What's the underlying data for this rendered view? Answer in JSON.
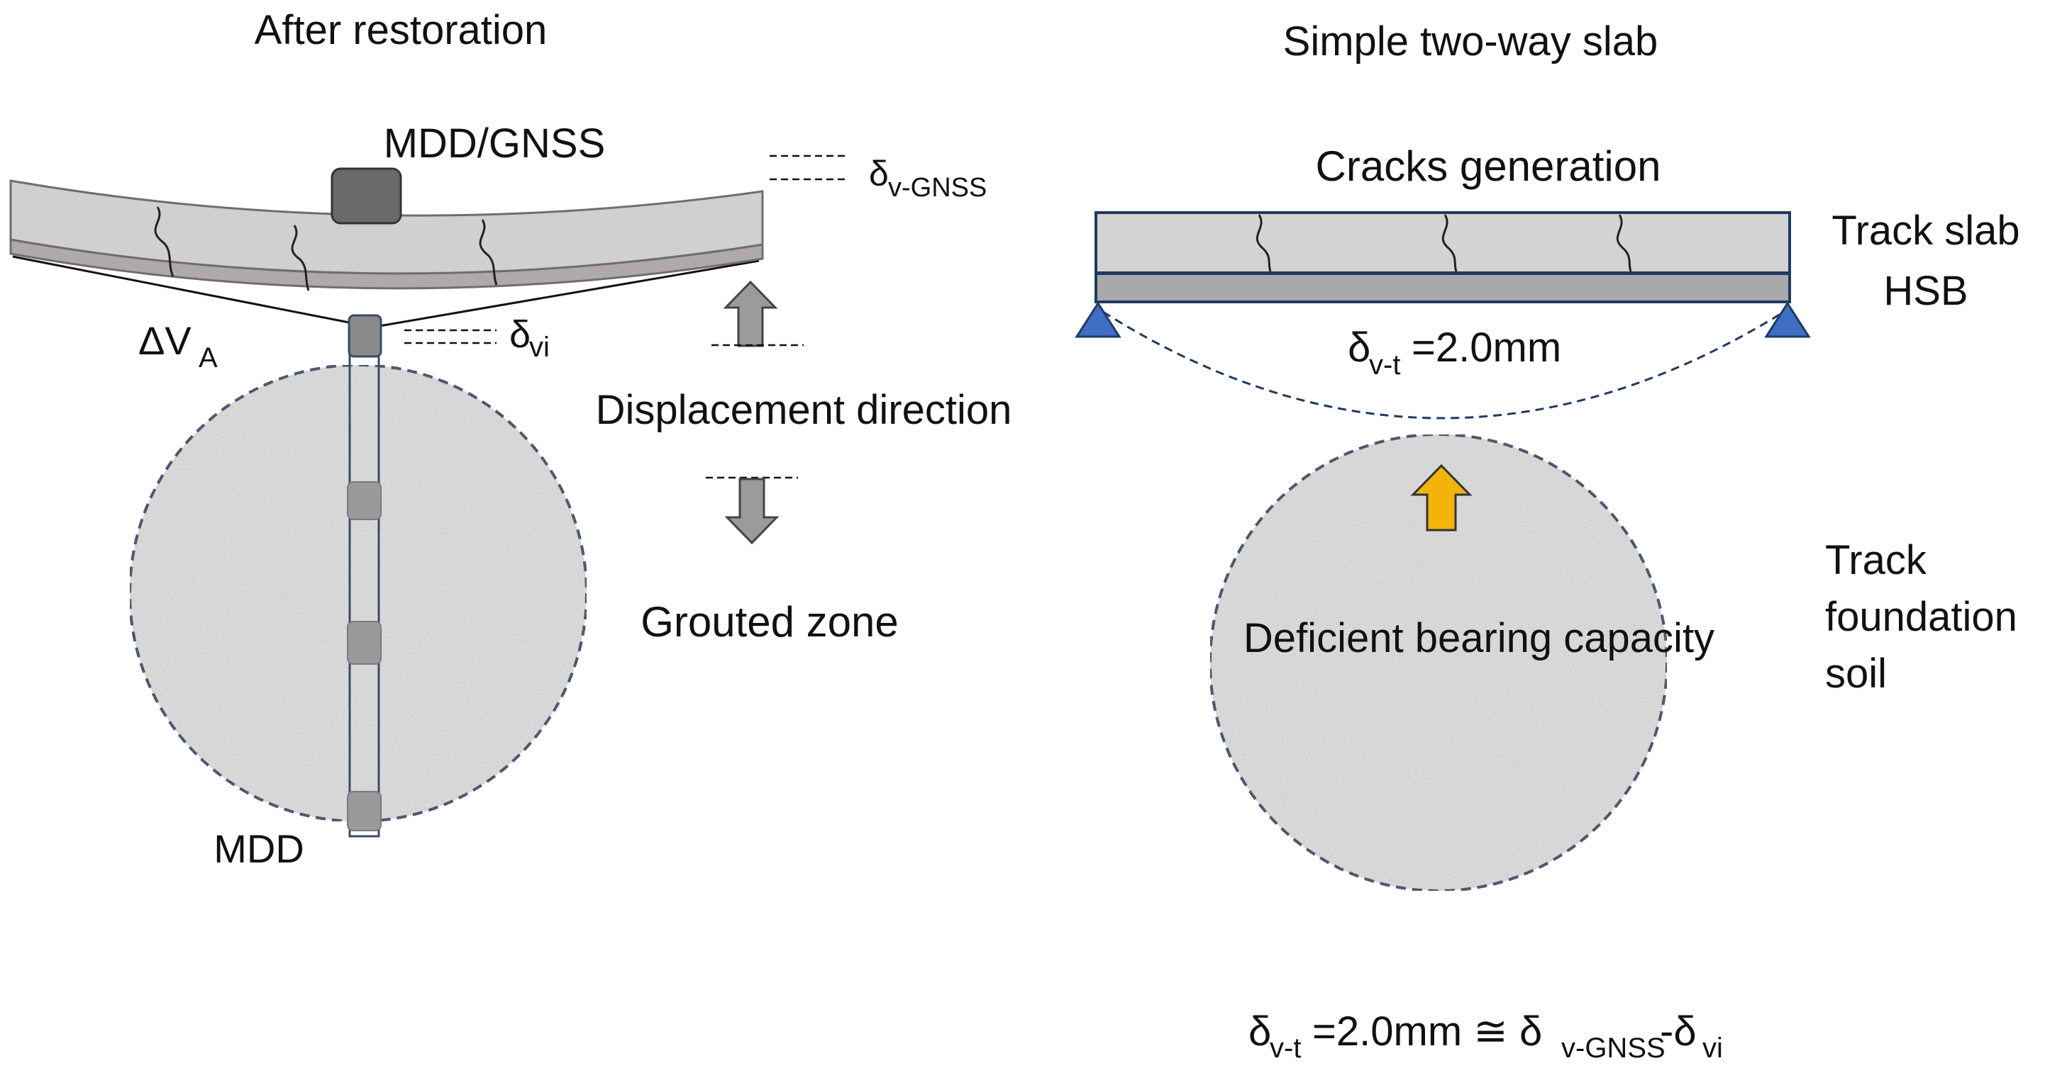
{
  "left_panel": {
    "title": "After restoration",
    "sensor_label": "MDD/GNSS",
    "gnss_delta_symbol": "δ",
    "gnss_delta_subscript": "v-GNSS",
    "dv_label": "ΔV",
    "dv_subscript": "A",
    "vi_delta_symbol": "δ",
    "vi_delta_subscript": "vi",
    "displacement_label": "Displacement direction",
    "grouted_label": "Grouted zone",
    "mdd_label": "MDD"
  },
  "right_panel": {
    "title": "Simple two-way slab",
    "cracks_label": "Cracks generation",
    "track_slab_label": "Track slab",
    "hsb_label": "HSB",
    "deflection_symbol": "δ",
    "deflection_subscript": "v-t",
    "deflection_value": "=2.0mm",
    "bearing_label": "Deficient bearing capacity",
    "soil_label_line1": "Track",
    "soil_label_line2": "foundation",
    "soil_label_line3": "soil"
  },
  "equation": {
    "part1_symbol": "δ",
    "part1_subscript": "v-t",
    "part2": "=2.0mm ≅ δ",
    "part2_subscript": "v-GNSS",
    "part3": "-δ",
    "part3_subscript": "vi"
  },
  "colors": {
    "slab_fill": "#d0d0d0",
    "slab_edge": "#6e6e6e",
    "hsb_fill": "#a9a9a9",
    "support_fill": "#3f6fc4",
    "circle_edge": "#1f3a60",
    "arrow_gray": "#9b9b9b",
    "arrow_gold": "#f2b40b",
    "sensor_fill": "#6a6a6a"
  }
}
